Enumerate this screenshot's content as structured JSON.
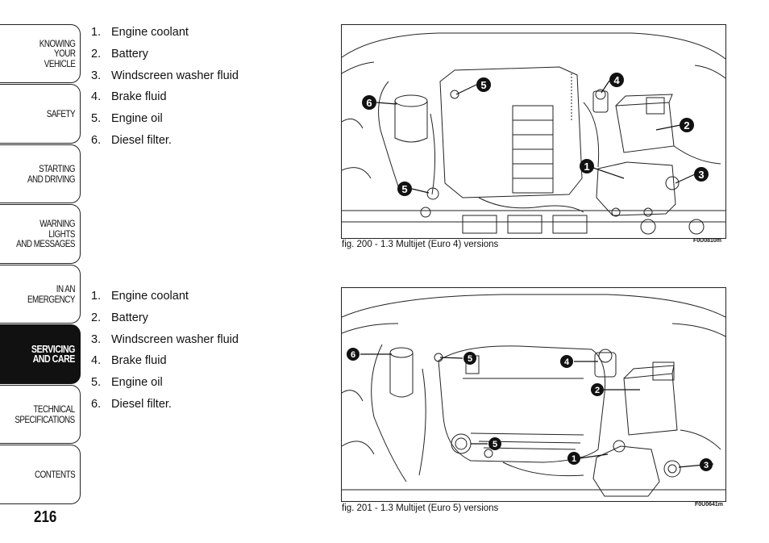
{
  "sidebar": {
    "tabs": [
      {
        "label": "KNOWING\nYOUR\nVEHICLE",
        "active": false
      },
      {
        "label": "SAFETY",
        "active": false
      },
      {
        "label": "STARTING\nAND DRIVING",
        "active": false
      },
      {
        "label": "WARNING LIGHTS\nAND MESSAGES",
        "active": false
      },
      {
        "label": "IN AN\nEMERGENCY",
        "active": false
      },
      {
        "label": "SERVICING\nAND CARE",
        "active": true
      },
      {
        "label": "TECHNICAL\nSPECIFICATIONS",
        "active": false
      },
      {
        "label": "CONTENTS",
        "active": false
      }
    ]
  },
  "page_number": "216",
  "sections": [
    {
      "items": [
        {
          "num": "1.",
          "text": "Engine coolant"
        },
        {
          "num": "2.",
          "text": "Battery"
        },
        {
          "num": "3.",
          "text": "Windscreen washer fluid"
        },
        {
          "num": "4.",
          "text": "Brake fluid"
        },
        {
          "num": "5.",
          "text": "Engine oil"
        },
        {
          "num": "6.",
          "text": "Diesel filter."
        }
      ],
      "figure": {
        "caption": "fig. 200 - 1.3 Multijet (Euro 4) versions",
        "code": "F0U0810m",
        "callouts": [
          "1",
          "2",
          "3",
          "4",
          "5",
          "5",
          "6"
        ]
      }
    },
    {
      "items": [
        {
          "num": "1.",
          "text": "Engine coolant"
        },
        {
          "num": "2.",
          "text": "Battery"
        },
        {
          "num": "3.",
          "text": "Windscreen washer fluid"
        },
        {
          "num": "4.",
          "text": "Brake fluid"
        },
        {
          "num": "5.",
          "text": "Engine oil"
        },
        {
          "num": "6.",
          "text": "Diesel filter."
        }
      ],
      "figure": {
        "caption": "fig. 201 - 1.3 Multijet (Euro 5) versions",
        "code": "F0U0641m",
        "callouts": [
          "1",
          "2",
          "3",
          "4",
          "5",
          "5",
          "6"
        ]
      }
    }
  ]
}
